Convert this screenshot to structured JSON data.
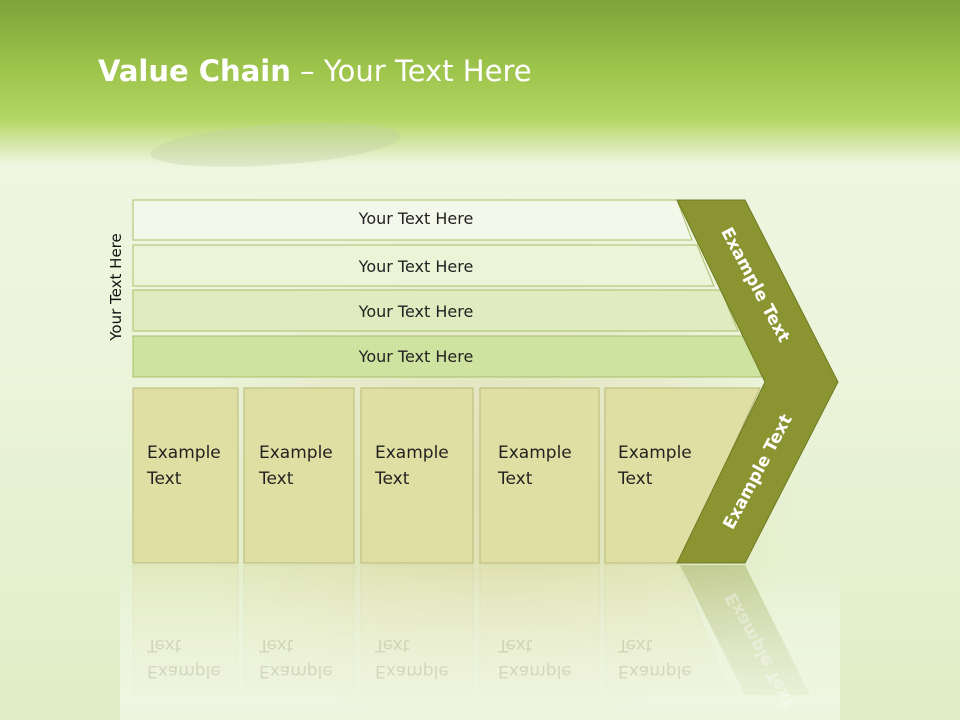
{
  "title": {
    "bold": "Value Chain",
    "separator": " – ",
    "rest": "Your Text Here"
  },
  "side_label": "Your Text Here",
  "bars": [
    {
      "label": "Your Text Here"
    },
    {
      "label": "Your Text Here"
    },
    {
      "label": "Your Text Here"
    },
    {
      "label": "Your Text Here"
    }
  ],
  "boxes": [
    {
      "line1": "Example",
      "line2": "Text"
    },
    {
      "line1": "Example",
      "line2": "Text"
    },
    {
      "line1": "Example",
      "line2": "Text"
    },
    {
      "line1": "Example",
      "line2": "Text"
    },
    {
      "line1": "Example",
      "line2": "Text"
    }
  ],
  "chevron": {
    "upper_label": "Example Text",
    "lower_label": "Example Text"
  },
  "colors": {
    "header_green": "#9cc34a",
    "chevron_olive": "#8a9431",
    "box_fill": "#e0dfa3",
    "bar_fills": [
      "#f4f8ea",
      "#ecf4d8",
      "#e0ecbf",
      "#cfe3a0"
    ]
  }
}
